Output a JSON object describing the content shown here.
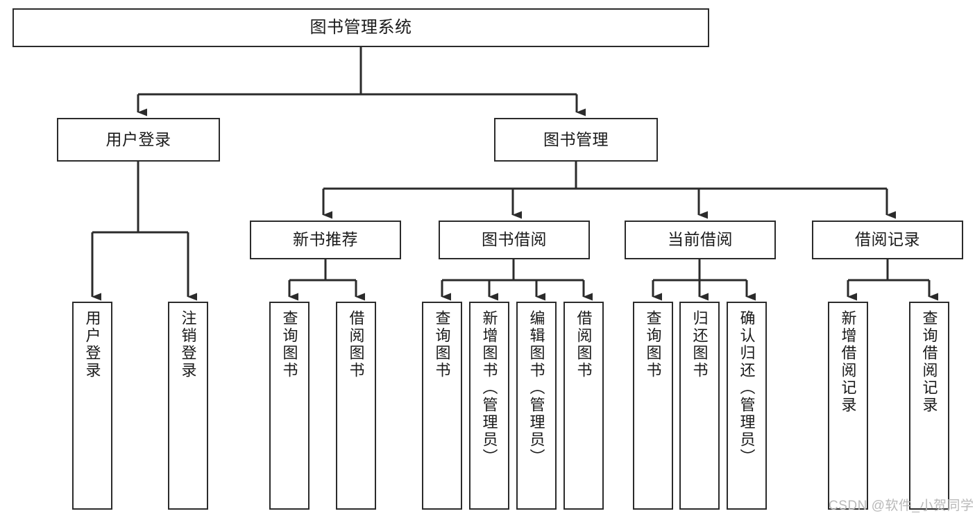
{
  "diagram": {
    "title": "图书管理系统",
    "watermark": "CSDN @软件_小贺同学",
    "line_color": "#2b2b2b",
    "box_fill": "#ffffff",
    "text_color": "#1a1a1a",
    "watermark_color": "#b9b9b9",
    "type": "tree-hierarchy-diagram",
    "levels": 4,
    "nodes": {
      "root": {
        "label": "图书管理系统"
      },
      "level1": [
        {
          "id": "user-login",
          "label": "用户登录"
        },
        {
          "id": "book-management",
          "label": "图书管理"
        }
      ],
      "level2": [
        {
          "id": "new-book-recommend",
          "label": "新书推荐",
          "parent": "book-management"
        },
        {
          "id": "book-borrow",
          "label": "图书借阅",
          "parent": "book-management"
        },
        {
          "id": "current-borrow",
          "label": "当前借阅",
          "parent": "book-management"
        },
        {
          "id": "borrow-record",
          "label": "借阅记录",
          "parent": "book-management"
        }
      ],
      "leaves": {
        "user-login": [
          {
            "id": "leaf-user-login",
            "label": "用户登录"
          },
          {
            "id": "leaf-logout-login",
            "label": "注销登录"
          }
        ],
        "new-book-recommend": [
          {
            "id": "leaf-query-book-1",
            "label": "查询图书"
          },
          {
            "id": "leaf-borrow-book-1",
            "label": "借阅图书"
          }
        ],
        "book-borrow": [
          {
            "id": "leaf-query-book-2",
            "label": "查询图书"
          },
          {
            "id": "leaf-add-book",
            "label": "新增图书（管理员）"
          },
          {
            "id": "leaf-edit-book",
            "label": "编辑图书（管理员）"
          },
          {
            "id": "leaf-borrow-book-2",
            "label": "借阅图书"
          }
        ],
        "current-borrow": [
          {
            "id": "leaf-query-book-3",
            "label": "查询图书"
          },
          {
            "id": "leaf-return-book",
            "label": "归还图书"
          },
          {
            "id": "leaf-confirm-return",
            "label": "确认归还（管理员）"
          }
        ],
        "borrow-record": [
          {
            "id": "leaf-add-record",
            "label": "新增借阅记录"
          },
          {
            "id": "leaf-query-record",
            "label": "查询借阅记录"
          }
        ]
      }
    }
  }
}
